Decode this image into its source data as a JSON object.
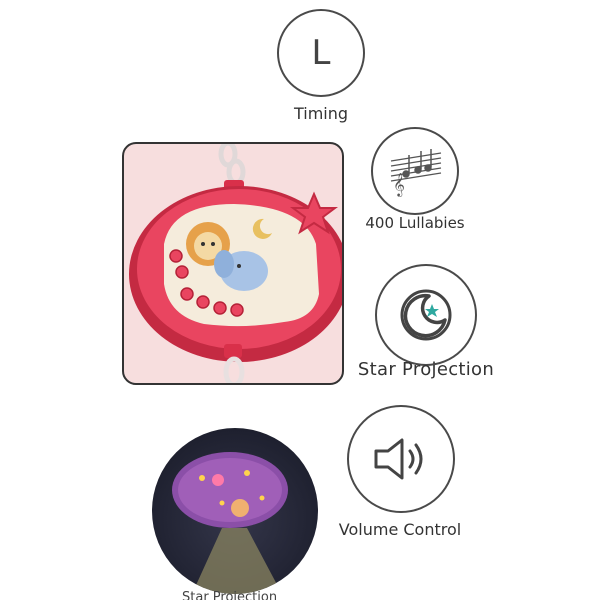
{
  "features": {
    "timing": {
      "label": "Timing",
      "icon": "timing-l-icon",
      "glyph": "L"
    },
    "lullabies": {
      "label": "400 Lullabies",
      "icon": "music-notes-icon"
    },
    "star_projection": {
      "label": "Star Projection",
      "icon": "moon-star-icon"
    },
    "volume": {
      "label": "Volume Control",
      "icon": "speaker-icon"
    }
  },
  "projection_caption": "Star Projection",
  "colors": {
    "product_red": "#d9304a",
    "product_bg": "#f7dede",
    "projection_dark": "#1f2130",
    "accent_teal": "#2fa9a0"
  }
}
